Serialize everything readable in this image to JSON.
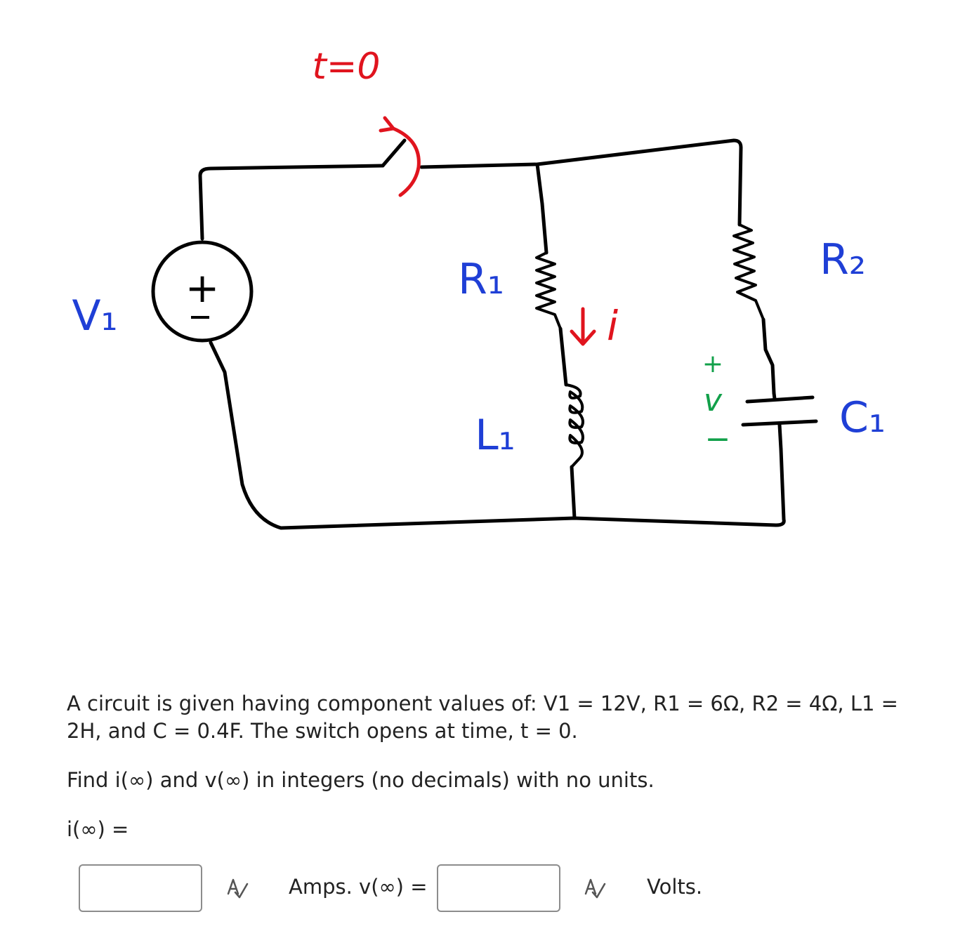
{
  "diagram": {
    "switch_label": "t=0",
    "source_label": "V₁",
    "r1_label": "R₁",
    "l1_label": "L₁",
    "current_label": "i",
    "r2_label": "R₂",
    "c1_label": "C₁",
    "v_label": "v",
    "plus_sign": "+",
    "minus_sign": "−",
    "colors": {
      "wire": "#000000",
      "switch": "#e0141e",
      "current": "#e0141e",
      "labels": "#1f3fd6",
      "voltage": "#12a04a"
    }
  },
  "question": {
    "statement": "A circuit is given having component values of: V1 = 12V, R1 = 6Ω, R2 = 4Ω, L1 = 2H, and C = 0.4F. The switch opens at time, t = 0.",
    "instructions": "Find i(∞) and v(∞) in integers (no decimals) with no units.",
    "i_label": "i(∞) =",
    "i_value": "",
    "amps_v_label": "Amps. v(∞) =",
    "v_value": "",
    "volts_label": "Volts."
  },
  "icons": {
    "spell_check_1": "spell-check-icon",
    "spell_check_2": "spell-check-icon"
  }
}
